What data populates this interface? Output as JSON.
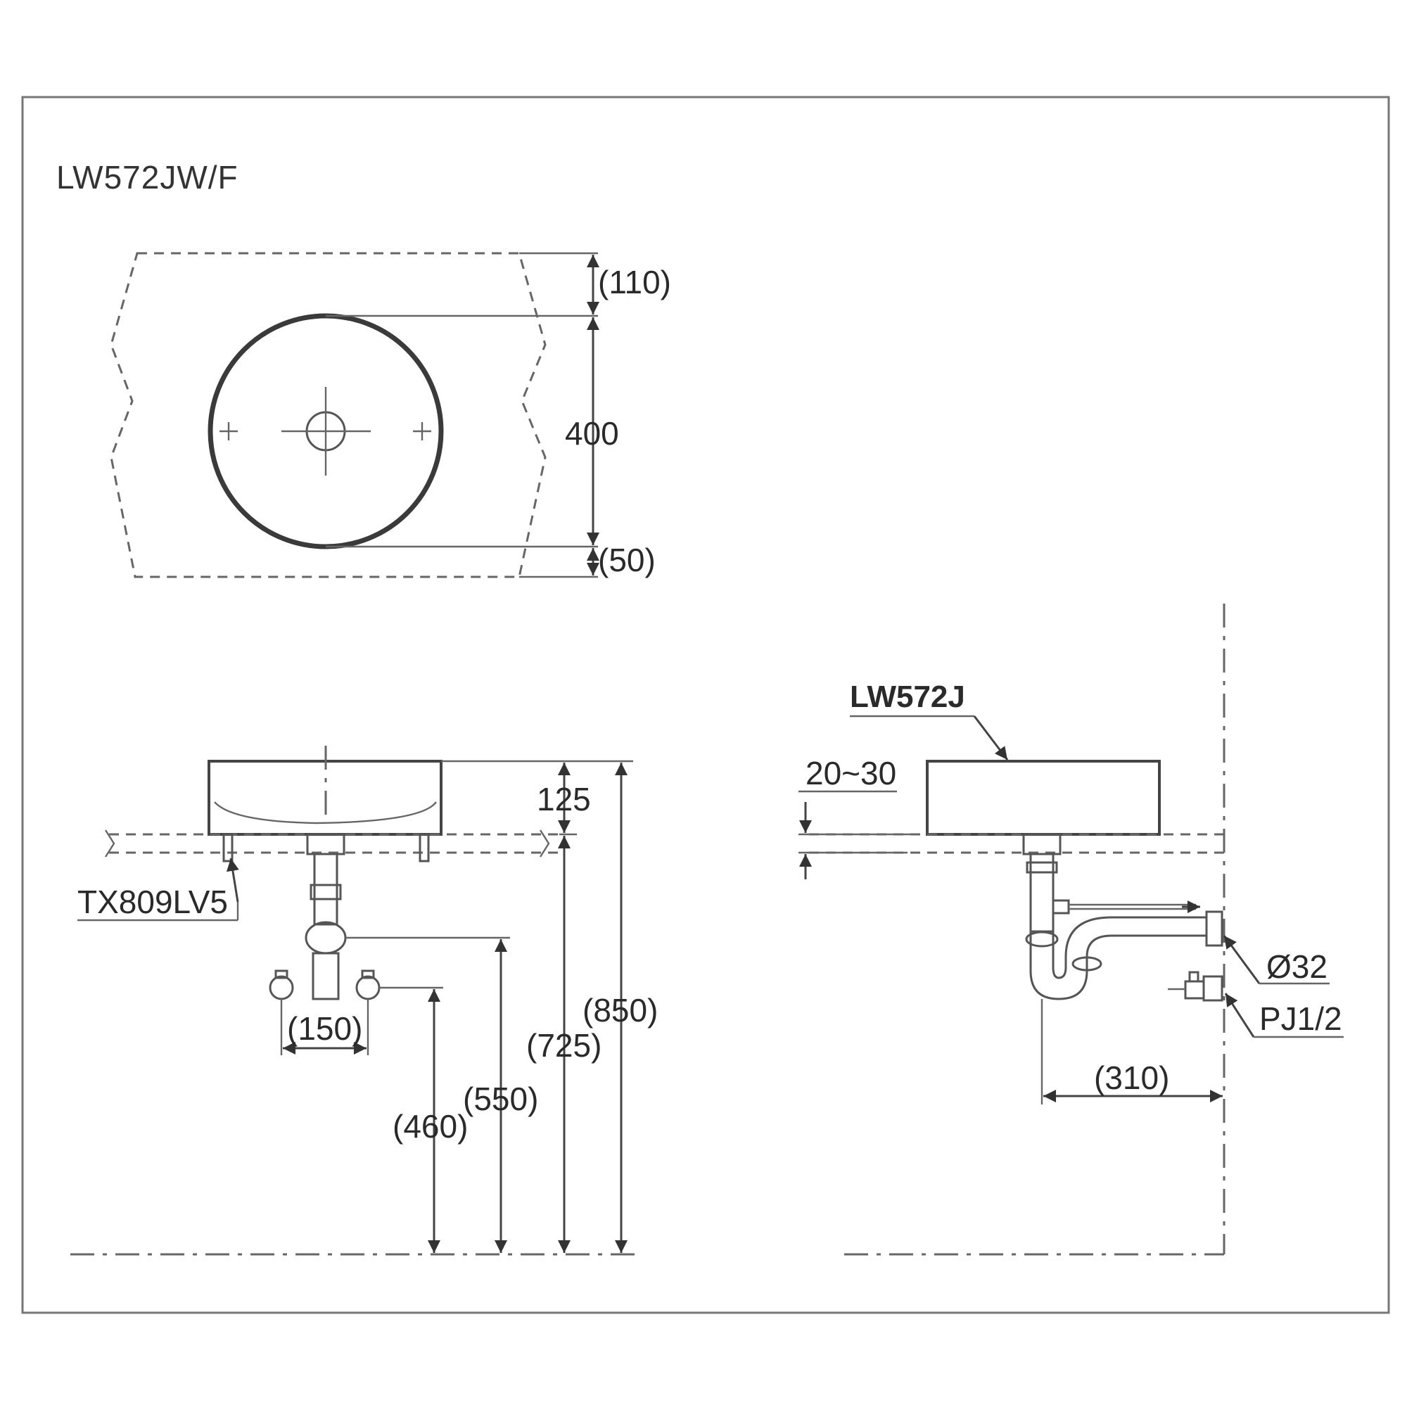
{
  "title": "LW572JW/F",
  "top_view": {
    "dim_back": "(110)",
    "dim_diameter": "400",
    "dim_front": "(50)"
  },
  "front_view": {
    "dim_bowl_height": "125",
    "dim_total_height": "(850)",
    "dim_counter_height": "(725)",
    "dim_trap_height": "(550)",
    "dim_supply_height": "(460)",
    "dim_supply_spacing": "(150)",
    "part_label": "TX809LV5"
  },
  "side_view": {
    "model_label": "LW572J",
    "dim_counter_thickness": "20~30",
    "dim_wall_distance": "(310)",
    "drain_label": "Ø32",
    "supply_label": "PJ1/2"
  }
}
